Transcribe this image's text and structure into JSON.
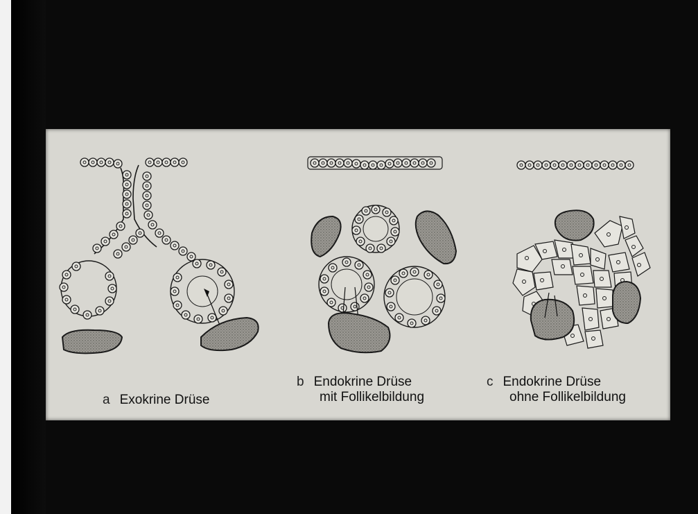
{
  "panels": [
    {
      "letter": "a",
      "line1": "Exokrine Drüse",
      "line2": ""
    },
    {
      "letter": "b",
      "line1": "Endokrine Drüse",
      "line2": "mit Follikelbildung"
    },
    {
      "letter": "c",
      "line1": "Endokrine Drüse",
      "line2": "ohne Follikelbildung"
    }
  ],
  "colors": {
    "slide_background": "#d8d7d1",
    "ink": "#111111",
    "vessel_fill": "#8f8e88"
  }
}
